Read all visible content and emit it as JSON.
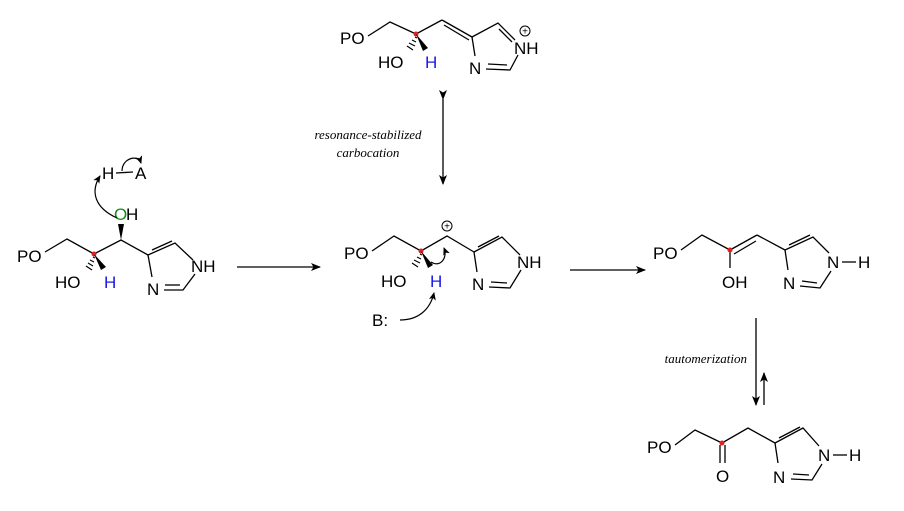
{
  "colors": {
    "stereocenter": "#e02020",
    "hydrogen_highlight": "#1a1ae6",
    "oxygen_highlight": "#1a8a1a",
    "ink": "#000000"
  },
  "labels": {
    "po": "PO",
    "ho": "HO",
    "oh": "OH",
    "o": "O",
    "h": "H",
    "nh": "NH",
    "n": "N",
    "a": "A",
    "plus": "+",
    "base": "B:",
    "dash": "–"
  },
  "annotations": {
    "resonance_line1": "resonance-stabilized",
    "resonance_line2": "carbocation",
    "tautomerization": "tautomerization"
  }
}
